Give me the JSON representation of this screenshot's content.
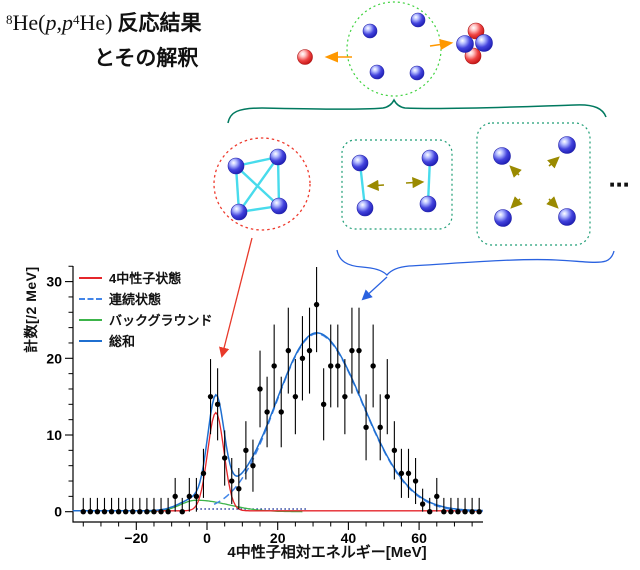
{
  "title": {
    "sup1": "8",
    "f1": "He(",
    "p1": "p",
    "comma": ",",
    "p2": "p",
    "sup2": "4",
    "f2": "He)",
    "jp1": "反応結果",
    "line2": "とその解釈"
  },
  "ellipsis": "⋯",
  "colors": {
    "annotation_red": "#e8392a",
    "annotation_blue": "#2a62e0",
    "brace_teal": "#00795f",
    "box_dotted_teal": "#1f9e76",
    "circle_dotted_green": "#3fd23f",
    "circle_dotted_red": "#ee3b2e",
    "cyan_bond": "#35d8ea",
    "olive_arrow": "#9a8a00",
    "orange_arrow": "#ff9800",
    "point_black": "#000000"
  },
  "chart_data": {
    "type": "scatter",
    "title": "",
    "xlabel": "4中性子相対エネルギー[MeV]",
    "ylabel": "計数[/2 MeV]",
    "xlim": [
      -38,
      78
    ],
    "ylim": [
      -1.35,
      32
    ],
    "grid": false,
    "legend_position": "top-left",
    "x_major_ticks": [
      -20,
      0,
      20,
      40,
      60
    ],
    "x_tick_labels": [
      "−20",
      "0",
      "20",
      "40",
      "60"
    ],
    "x_minor_step": 5,
    "y_major_ticks": [
      0,
      10,
      20,
      30
    ],
    "y_tick_labels": [
      "0",
      "10",
      "20",
      "30"
    ],
    "y_minor_step": 2,
    "legend": [
      {
        "label": "4中性子状態",
        "color": "#e5262b",
        "style": "solid"
      },
      {
        "label": "連続状態",
        "color": "#4285e8",
        "style": "dashed"
      },
      {
        "label": "バックグラウンド",
        "color": "#3cb44a",
        "style": "solid"
      },
      {
        "label": "総和",
        "color": "#1f6fd0",
        "style": "solid"
      }
    ],
    "points": {
      "x": [
        -35,
        -33,
        -31,
        -29,
        -27,
        -25,
        -23,
        -21,
        -19,
        -17,
        -15,
        -13,
        -11,
        -9,
        -7,
        -5,
        -3,
        -1,
        1,
        3,
        5,
        7,
        9,
        11,
        13,
        15,
        17,
        19,
        21,
        23,
        25,
        27,
        29,
        31,
        33,
        35,
        37,
        39,
        41,
        43,
        45,
        47,
        49,
        51,
        53,
        55,
        57,
        59,
        61,
        63,
        65,
        67,
        69,
        71,
        73,
        75,
        77
      ],
      "y": [
        0,
        0,
        0,
        0,
        0,
        0,
        0,
        0,
        0,
        0,
        0,
        0,
        0,
        2,
        0,
        2,
        2,
        5,
        15,
        14,
        7,
        4,
        3,
        8,
        6,
        16,
        13,
        19,
        13,
        21,
        15,
        20,
        21,
        27,
        14,
        19,
        19,
        15,
        21,
        21,
        11,
        19,
        11,
        15,
        8,
        5,
        5,
        4,
        1,
        0,
        2,
        0,
        0,
        0,
        0,
        0,
        0
      ],
      "err": [
        1.8,
        1.8,
        1.8,
        1.8,
        1.8,
        1.8,
        1.8,
        1.8,
        1.8,
        1.8,
        1.8,
        1.8,
        1.8,
        2.4,
        1.8,
        2.4,
        2.4,
        3.2,
        4.9,
        4.7,
        3.6,
        3.0,
        2.7,
        3.8,
        3.4,
        5.0,
        4.6,
        5.4,
        4.6,
        5.6,
        4.9,
        5.5,
        5.6,
        6.2,
        4.7,
        5.4,
        5.4,
        4.9,
        5.6,
        5.6,
        4.3,
        5.4,
        4.3,
        4.9,
        3.8,
        3.2,
        3.2,
        3.0,
        2.0,
        1.8,
        2.4,
        1.8,
        1.8,
        1.8,
        1.8,
        1.8,
        1.8
      ]
    },
    "curves": {
      "resonance": {
        "name": "4中性子状態",
        "center": 2.5,
        "amplitude": 12.8,
        "sigma": 2.3,
        "baseline": 0.12,
        "range": [
          -38,
          78
        ]
      },
      "continuum": {
        "name": "連続状態",
        "center": 31,
        "amplitude": 23.2,
        "sigma_left": 11.5,
        "sigma_right": 13,
        "range": [
          2,
          78
        ],
        "dashed": true
      },
      "background": {
        "name": "バックグラウンド",
        "center": -3,
        "amplitude": 1.5,
        "sigma_left": 4.5,
        "sigma_right": 9,
        "range": [
          -17,
          27
        ]
      },
      "floor_dotted": {
        "y": 0.35,
        "from": -3,
        "to": 28
      },
      "total": {
        "name": "総和",
        "range": [
          -38,
          78
        ]
      }
    }
  }
}
